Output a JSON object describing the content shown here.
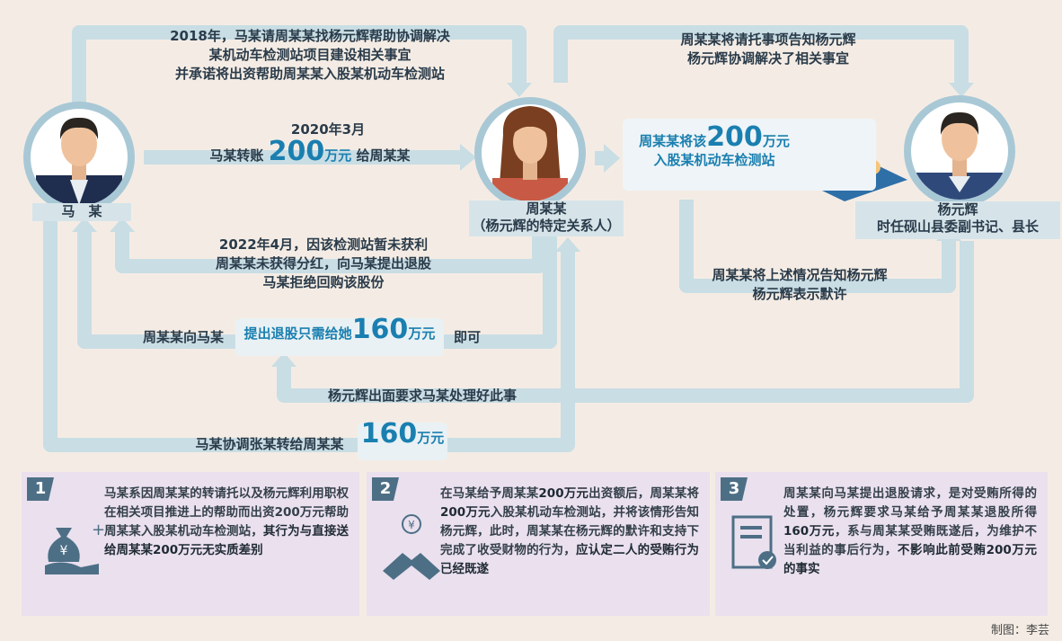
{
  "people": {
    "ma": {
      "name": "马　某"
    },
    "zhou": {
      "name": "周某某",
      "role": "（杨元辉的特定关系人）"
    },
    "yang": {
      "name": "杨元辉",
      "role": "时任砚山县委副书记、县长"
    }
  },
  "flows": {
    "f1": {
      "l1": "2018年，马某请周某某找杨元辉帮助协调解决",
      "l2": "某机动车检测站项目建设相关事宜",
      "l3": "并承诺将出资帮助周某某入股某机动车检测站"
    },
    "f2": {
      "date": "2020年3月",
      "pre": "马某转账",
      "amount": "200",
      "unit": "万元",
      "post": "给周某某"
    },
    "f3": {
      "l1": "周某某将请托事项告知杨元辉",
      "l2": "杨元辉协调解决了相关事宜"
    },
    "f4": {
      "pre": "周某某将该",
      "amount": "200",
      "unit": "万元",
      "l2": "入股某机动车检测站"
    },
    "f5": {
      "l1": "周某某将上述情况告知杨元辉",
      "l2": "杨元辉表示默许"
    },
    "f6": {
      "l1": "2022年4月，因该检测站暂未获利",
      "l2": "周某某未获得分红，向马某提出退股",
      "l3": "马某拒绝回购该股份"
    },
    "f7": {
      "pre": "周某某向马某",
      "mid": "提出退股只需给她",
      "amount": "160",
      "unit": "万元",
      "post": "即可"
    },
    "f8": {
      "text": "杨元辉出面要求马某处理好此事"
    },
    "f9": {
      "pre": "马某协调张某转给周某某",
      "amount": "160",
      "unit": "万元"
    }
  },
  "cards": [
    {
      "num": "1",
      "text": "马某系因周某某的转请托以及杨元辉利用职权在相关项目推进上的帮助而出资200万元帮助周某某入股某机动车检测站，",
      "bold": "其行为与直接送给周某某200万元无实质差别"
    },
    {
      "num": "2",
      "pre": "在马某给予周某某",
      "b1": "200万元",
      "mid1": "出资额后，周某某将",
      "b2": "200万元",
      "mid2": "入股某机动车检测站，并将该情形告知杨元辉，此时，周某某在杨元辉的默许和支持下完成了收受财物的行为，",
      "bold": "应认定二人的受贿行为已经既遂"
    },
    {
      "num": "3",
      "pre": "周某某向马某提出退股请求，是对受贿所得的处置，杨元辉要求马某给予周某某退股所得",
      "b1": "160万元",
      "mid": "，系与周某某受贿既遂后，为维护不当利益的事后行为，",
      "bold": "不影响此前受贿200万元的事实"
    }
  ],
  "credit": "制图：李芸",
  "colors": {
    "arrow": "#c9dde4",
    "accent": "#1a7fb0",
    "ring": "#a9c8d6"
  }
}
